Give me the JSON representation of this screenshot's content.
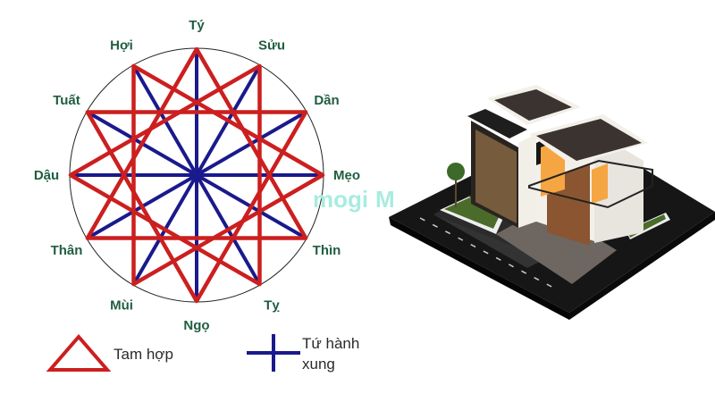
{
  "diagram": {
    "branches": [
      "Tý",
      "Sửu",
      "Dần",
      "Mẹo",
      "Thìn",
      "Tỵ",
      "Ngọ",
      "Mùi",
      "Thân",
      "Dậu",
      "Tuất",
      "Hợi"
    ],
    "tam_hop_groups": [
      [
        "Tý",
        "Thìn",
        "Thân"
      ],
      [
        "Sửu",
        "Tỵ",
        "Dậu"
      ],
      [
        "Dần",
        "Ngọ",
        "Tuất"
      ],
      [
        "Mẹo",
        "Mùi",
        "Hợi"
      ]
    ],
    "colors": {
      "tam_hop": "#cc1f1f",
      "tu_hanh_xung": "#1a1a8c",
      "label": "#1f5e40"
    }
  },
  "legend": {
    "tam_hop": "Tam hợp",
    "tu_hanh_xung_line1": "Tứ hành",
    "tu_hanh_xung_line2": "xung"
  },
  "watermark": "mogi"
}
